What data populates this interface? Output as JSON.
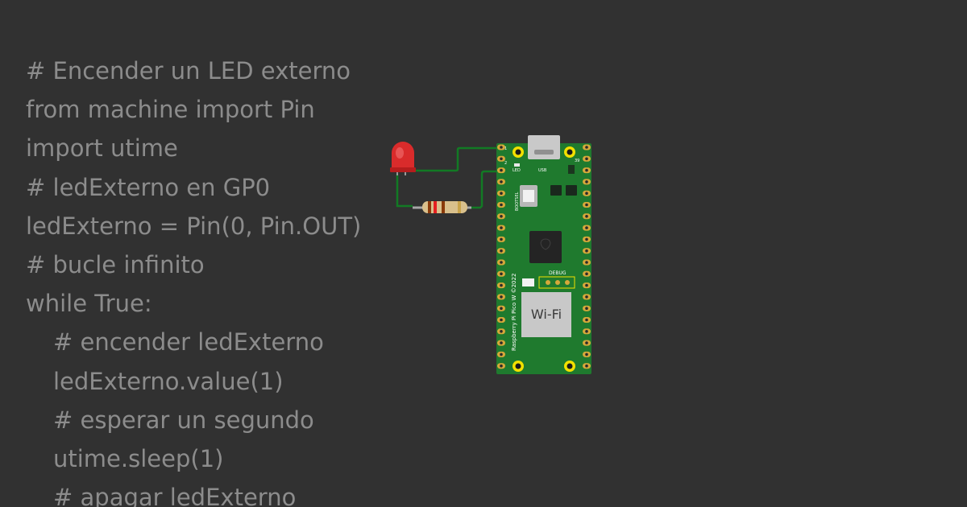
{
  "code": {
    "lines": [
      {
        "text": "# Encender un LED externo",
        "indent": false
      },
      {
        "text": "from machine import Pin",
        "indent": false
      },
      {
        "text": "import utime",
        "indent": false
      },
      {
        "text": "# ledExterno en GP0",
        "indent": false
      },
      {
        "text": "ledExterno = Pin(0, Pin.OUT)",
        "indent": false
      },
      {
        "text": "# bucle infinito",
        "indent": false
      },
      {
        "text": "while True:",
        "indent": false
      },
      {
        "text": "# encender ledExterno",
        "indent": true
      },
      {
        "text": "ledExterno.value(1)",
        "indent": true
      },
      {
        "text": "# esperar un segundo",
        "indent": true
      },
      {
        "text": "utime.sleep(1)",
        "indent": true
      },
      {
        "text": "# apagar ledExterno",
        "indent": true
      }
    ]
  },
  "board": {
    "pin_left": "1",
    "pin_left2": "2",
    "pin_right": "39",
    "led_label": "LED",
    "usb_label": "USB",
    "bootsel_label": "BOOTSEL",
    "debug_label": "DEBUG",
    "wifi_label": "Wi-Fi",
    "side_text": "Raspberry Pi Pico W ©2022"
  },
  "colors": {
    "background": "#313131",
    "code_text": "#8c8c8c",
    "board_green": "#1f7a2e",
    "wire_green": "#127a24",
    "led_red": "#d92b2b",
    "pad_yellow": "#f2e000"
  }
}
